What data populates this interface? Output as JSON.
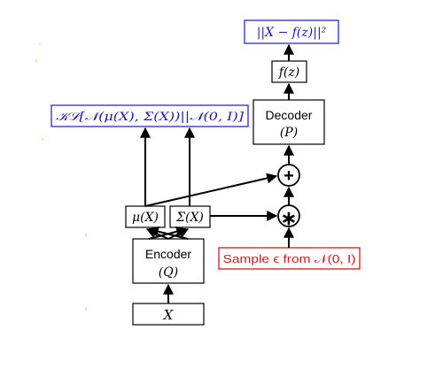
{
  "diagram": {
    "kl_term": "𝒦ℒ[𝒩(μ(X), Σ(X))||𝒩(0, I)]",
    "loss_term": "||X − f(z)||²",
    "f_z": "f(z)",
    "decoder_title": "Decoder",
    "decoder_sub": "(P)",
    "plus_symbol": "+",
    "times_symbol": "∗",
    "mu": "μ(X)",
    "sigma": "Σ(X)",
    "encoder_title": "Encoder",
    "encoder_sub": "(Q)",
    "input": "X",
    "sample_label": "Sample ϵ from 𝒩(0, I)",
    "colors": {
      "blue_text": "#1a1aa6",
      "blue_border": "#2a2ad0",
      "red_text": "#d11a1a",
      "red_border": "#d11a1a",
      "ink": "#000000"
    }
  }
}
